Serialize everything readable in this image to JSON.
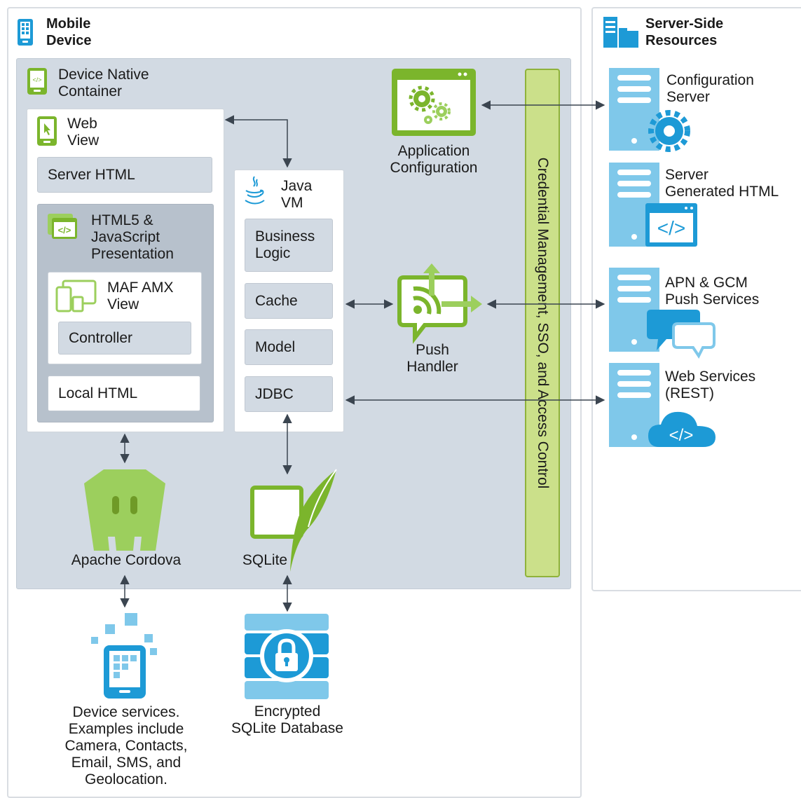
{
  "mobile_device": {
    "title": "Mobile\nDevice"
  },
  "server_side": {
    "title": "Server-Side\nResources",
    "configuration_server": "Configuration\nServer",
    "server_generated_html": "Server\nGenerated HTML",
    "apn_gcm": "APN & GCM\nPush Services",
    "web_services": "Web Services\n(REST)"
  },
  "native_container": {
    "title": "Device Native\nContainer"
  },
  "web_view": {
    "title": "Web\nView",
    "server_html": "Server HTML",
    "html5_title": "HTML5 &\nJavaScript\nPresentation",
    "maf_amx_title": "MAF AMX\nView",
    "controller": "Controller",
    "local_html": "Local HTML"
  },
  "java_vm": {
    "title": "Java\nVM",
    "business_logic": "Business\nLogic",
    "cache": "Cache",
    "model": "Model",
    "jdbc": "JDBC"
  },
  "application_configuration": "Application\nConfiguration",
  "push_handler": "Push\nHandler",
  "credential_bar": "Credential Management, SSO, and Access Control",
  "apache_cordova": "Apache Cordova",
  "sqlite": "SQLite",
  "device_services": "Device services.\nExamples include\nCamera, Contacts,\nEmail, SMS, and\nGeolocation.",
  "encrypted_db": "Encrypted\nSQLite Database",
  "colors": {
    "accent_blue": "#1d9ad6",
    "server_blue": "#7fc8ea",
    "accent_green": "#7bb52c",
    "container_gray": "#d2dae3",
    "credential_green": "#cbe08a"
  }
}
